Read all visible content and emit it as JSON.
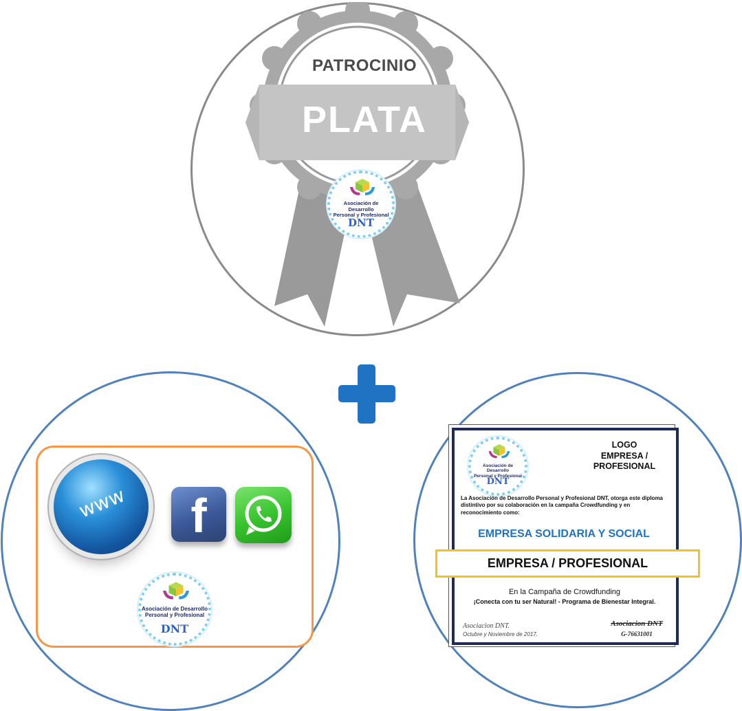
{
  "badge": {
    "title": "PATROCINIO",
    "level": "PLATA",
    "color_ribbon": "#9a9a9a",
    "color_banner": "#c0c0c0"
  },
  "logo": {
    "org_line1": "Asociación de Desarrollo",
    "org_line2": "Personal y Profesional",
    "org_short": "DNT",
    "icon": "hands-holding-cube-icon"
  },
  "plus": {
    "icon": "plus-icon",
    "color": "#1f73c2"
  },
  "social": {
    "www_label": "www",
    "facebook_icon": "facebook-icon",
    "whatsapp_icon": "whatsapp-icon",
    "box_color": "#f79646"
  },
  "diploma": {
    "logo_label_line1": "LOGO",
    "logo_label_line2": "EMPRESA /",
    "logo_label_line3": "PROFESIONAL",
    "body": "La Asociación de Desarrollo Personal  y Profesional DNT, otorga este diploma distintivo por su colaboración en la campaña Crowdfunding y en reconocimiento como:",
    "heading": "EMPRESA SOLIDARIA Y SOCIAL",
    "recipient": "EMPRESA / PROFESIONAL",
    "campaign_line": "En la Campaña de Crowdfunding",
    "program_line": "¡Conecta con tu ser Natural! - Programa de Bienestar Integral.",
    "org_signature": "Asociacion DNT.",
    "date": "Octubre y Noviembre de 2017.",
    "stamp_name": "Asociacion DNT",
    "stamp_number": "G-76631001"
  }
}
